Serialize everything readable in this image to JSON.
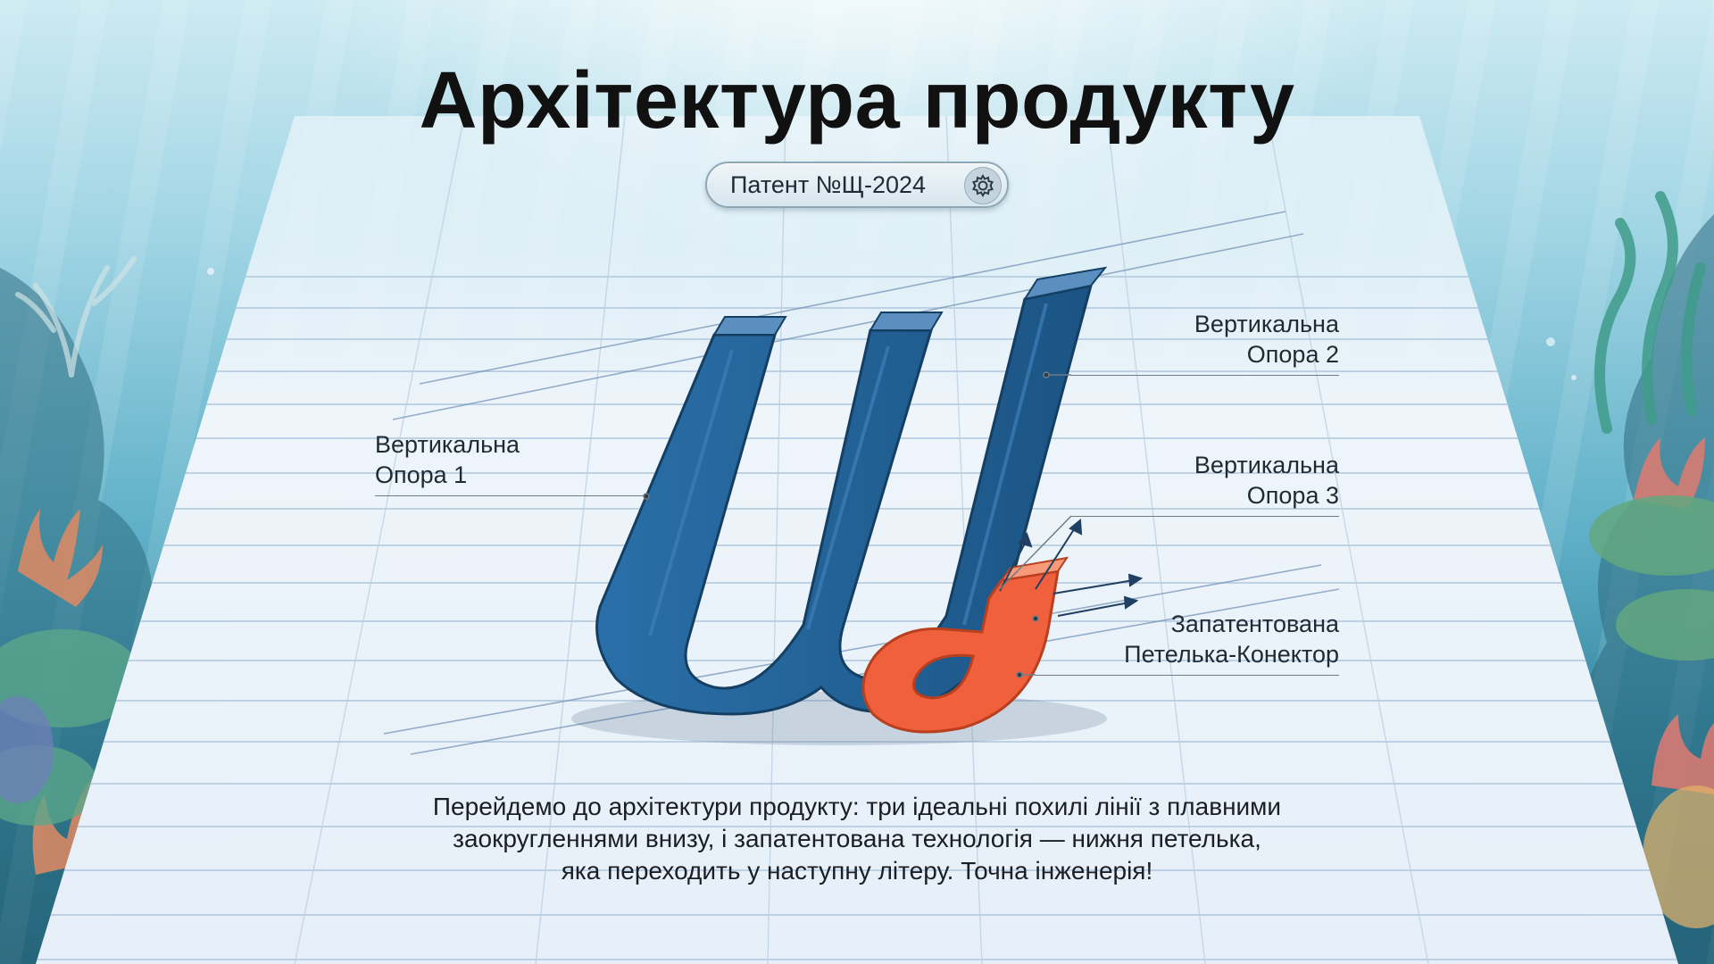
{
  "slide": {
    "title": "Архітектура продукту",
    "badge": {
      "text": "Патент №Щ-2024",
      "icon": "gear-icon"
    },
    "labels": {
      "support_1": [
        "Вертикальна",
        "Опора 1"
      ],
      "support_2": [
        "Вертикальна",
        "Опора 2"
      ],
      "support_3": [
        "Вертикальна",
        "Опора 3"
      ],
      "connector": [
        "Запатентована",
        "Петелька-Конектор"
      ]
    },
    "caption": [
      "Перейдемо до архітектури продукту: три ідеальні похилі лінії з плавними",
      "заокругленнями внизу, і запатентована технологія — нижня петелька,",
      "яка переходить у наступну літеру. Точна інженерія!"
    ]
  },
  "colors": {
    "letter_blue": "#1e5f96",
    "loop_orange": "#f0603c",
    "sheet": "#eef5fb",
    "water": "#5fb0c8"
  }
}
